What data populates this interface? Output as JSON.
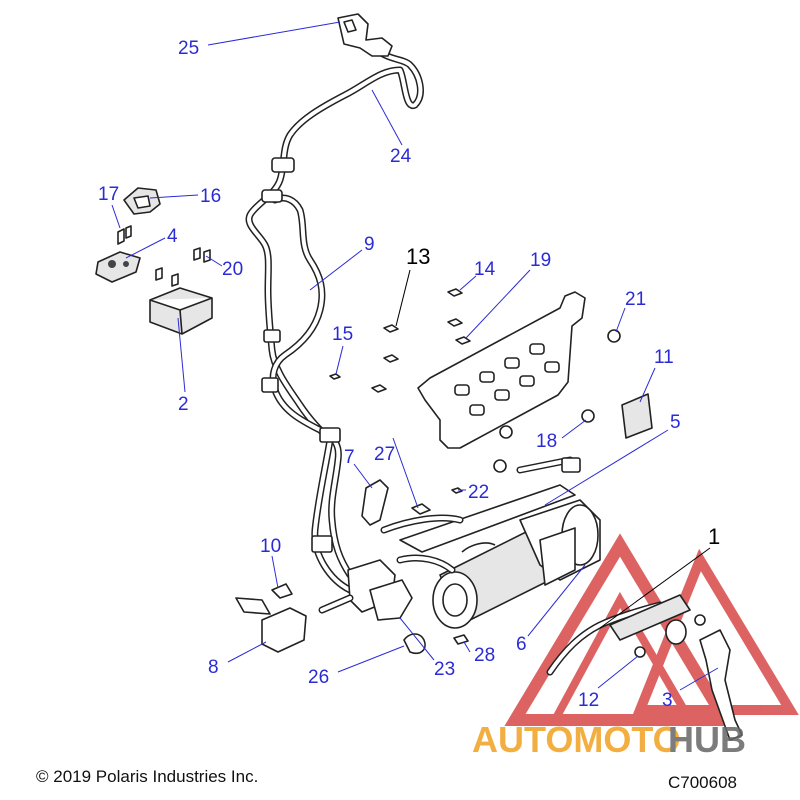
{
  "copyright": "© 2019 Polaris Industries Inc.",
  "figure_id": "C700608",
  "watermark": {
    "part1": "AUTOMOTO",
    "part2": "HUB",
    "color_orange": "#f0a020",
    "color_grey": "#666666",
    "color_red": "#d23030"
  },
  "callouts": {
    "c1": "1",
    "c2": "2",
    "c3": "3",
    "c4": "4",
    "c5": "5",
    "c6": "6",
    "c7": "7",
    "c8": "8",
    "c9": "9",
    "c10": "10",
    "c11": "11",
    "c12": "12",
    "c13": "13",
    "c14": "14",
    "c15": "15",
    "c16": "16",
    "c17": "17",
    "c18": "18",
    "c19": "19",
    "c20": "20",
    "c21": "21",
    "c22": "22",
    "c23": "23",
    "c24": "24",
    "c25": "25",
    "c26": "26",
    "c27": "27",
    "c28": "28"
  }
}
